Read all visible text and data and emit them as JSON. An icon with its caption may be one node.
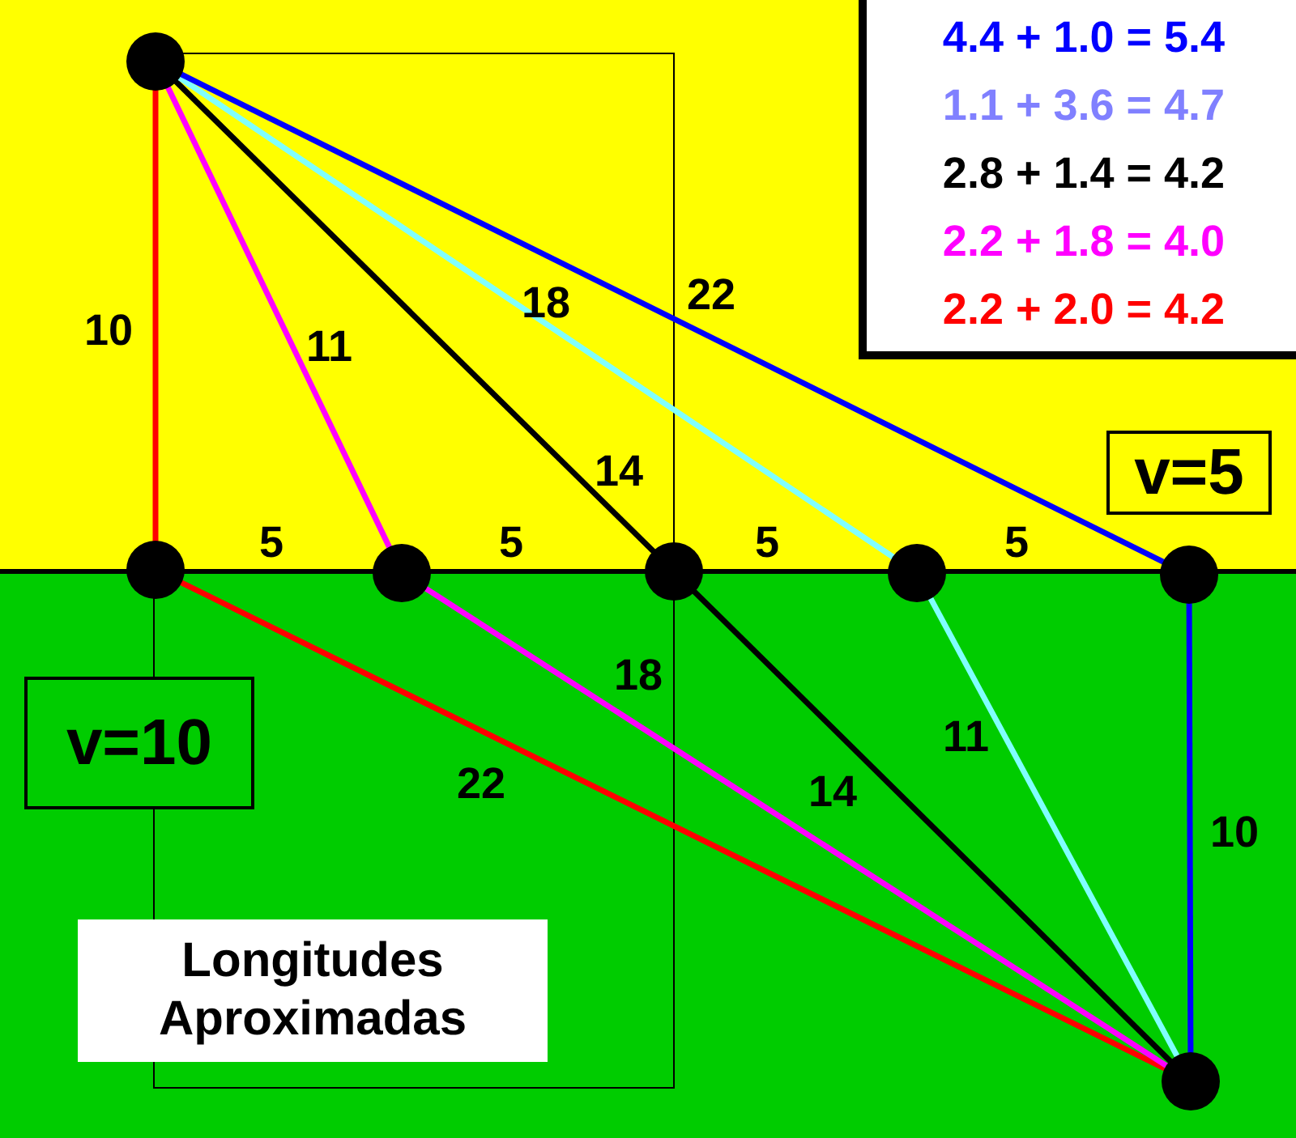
{
  "diagram": {
    "nodes": [
      {
        "text": [],
        "shape": "circle"
      },
      {
        "text": [
          "4.4 + 1.0 = 5.4",
          "1.1 + 3.6 = 4.7",
          "2.8 + 1.4 = 4.2",
          "2.2 + 1.8 = 4.0",
          "2.2 + 2.0 = 4.2"
        ]
      },
      {
        "text": [
          "v=5"
        ]
      },
      {
        "text": [],
        "shape": "circle"
      },
      {
        "text": [],
        "shape": "circle"
      },
      {
        "text": [],
        "shape": "circle"
      },
      {
        "text": [],
        "shape": "circle"
      },
      {
        "text": [],
        "shape": "circle"
      },
      {
        "text": [
          "v=10"
        ]
      },
      {
        "text": [
          "Longitudes Aproximadas"
        ]
      },
      {
        "text": [],
        "shape": "circle"
      }
    ],
    "edges": [
      {
        "from": 0,
        "to": 3,
        "arrow": "none",
        "label": "10",
        "color": "#ff0000"
      },
      {
        "from": 0,
        "to": 4,
        "arrow": "none",
        "label": "11",
        "color": "#ff00ff"
      },
      {
        "from": 0,
        "to": 5,
        "arrow": "none",
        "label": "14",
        "color": "#000000"
      },
      {
        "from": 0,
        "to": 6,
        "arrow": "none",
        "label": "18",
        "color": "#80ffff"
      },
      {
        "from": 0,
        "to": 7,
        "arrow": "none",
        "label": "22",
        "color": "#0000ff"
      },
      {
        "from": 3,
        "to": 10,
        "arrow": "none",
        "label": "22",
        "color": "#ff0000"
      },
      {
        "from": 4,
        "to": 10,
        "arrow": "none",
        "label": "18",
        "color": "#ff00ff"
      },
      {
        "from": 5,
        "to": 10,
        "arrow": "none",
        "label": "14",
        "color": "#000000"
      },
      {
        "from": 6,
        "to": 10,
        "arrow": "none",
        "label": "11",
        "color": "#80ffff"
      },
      {
        "from": 7,
        "to": 10,
        "arrow": "none",
        "label": "10",
        "color": "#0000ff"
      }
    ],
    "labels": [
      "5",
      "5",
      "5",
      "5"
    ]
  }
}
